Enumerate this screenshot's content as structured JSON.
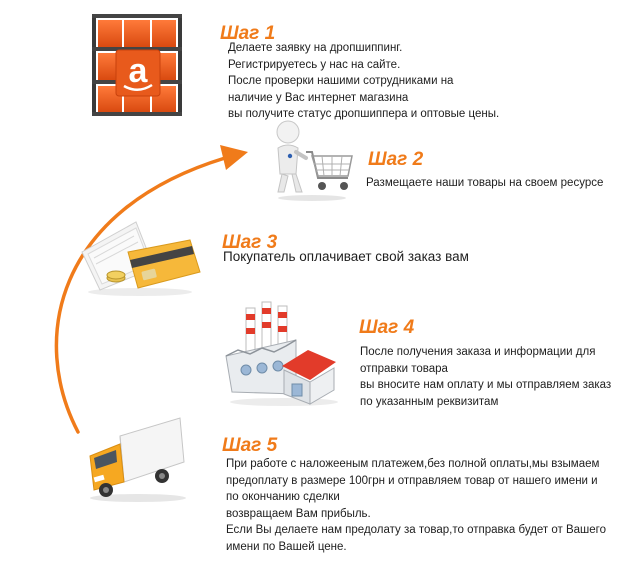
{
  "accent_color": "#f07b1a",
  "steps": [
    {
      "title": "Шаг 1",
      "icon": "amazon-shelf-icon",
      "lines": [
        "Делаете заявку на дропшиппинг.",
        "Регистрируетесь у нас на сайте.",
        "После проверки нашими сотрудниками на",
        "наличие у Вас интернет магазина",
        "вы получите статус дропшиппера и оптовые цены."
      ]
    },
    {
      "title": "Шаг 2",
      "icon": "shopping-cart-man-icon",
      "lines": [
        "Размещаете наши товары на своем ресурсе"
      ]
    },
    {
      "title": "Шаг 3",
      "icon": "credit-card-icon",
      "lines": [
        "Покупатель оплачивает свой заказ вам"
      ]
    },
    {
      "title": "Шаг 4",
      "icon": "factory-icon",
      "lines": [
        "После получения заказа и информации для",
        "отправки товара",
        "вы вносите нам оплату и мы отправляем заказ",
        "по указанным реквизитам"
      ]
    },
    {
      "title": "Шаг 5",
      "icon": "delivery-truck-icon",
      "lines": [
        "При работе с наложееным платежем,без полной оплаты,мы взымаем",
        "предоплату в размере 100грн и отправляем товар от нашего имени и",
        "по окончанию сделки",
        " возвращаем Вам прибыль.",
        "Если Вы делаете нам предолату за товар,то отправка будет от Вашего",
        "имени по Вашей цене."
      ]
    }
  ]
}
